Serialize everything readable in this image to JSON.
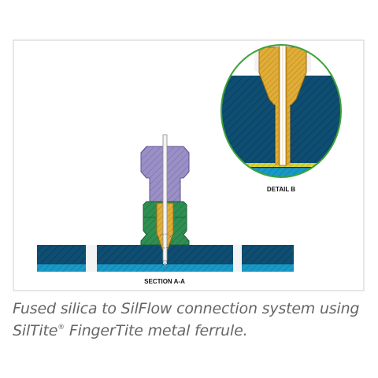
{
  "figure": {
    "section_label": "SECTION A-A",
    "detail_label": "DETAIL B"
  },
  "caption": {
    "line1": "Fused silica to SilFlow connection system using",
    "line2_prefix": "SilTite",
    "line2_sup": "®",
    "line2_suffix": " FingerTite metal ferrule."
  },
  "colors": {
    "frame": "#cfcfcf",
    "plate": "#0e4e72",
    "plate_bottom": "#1899c6",
    "nut_purple": "#9a90c6",
    "fitting_green": "#2f8f52",
    "ferrule_gold": "#e0ad38",
    "detail_border": "#3da23a",
    "detail_stripe": "#d8d23a"
  }
}
